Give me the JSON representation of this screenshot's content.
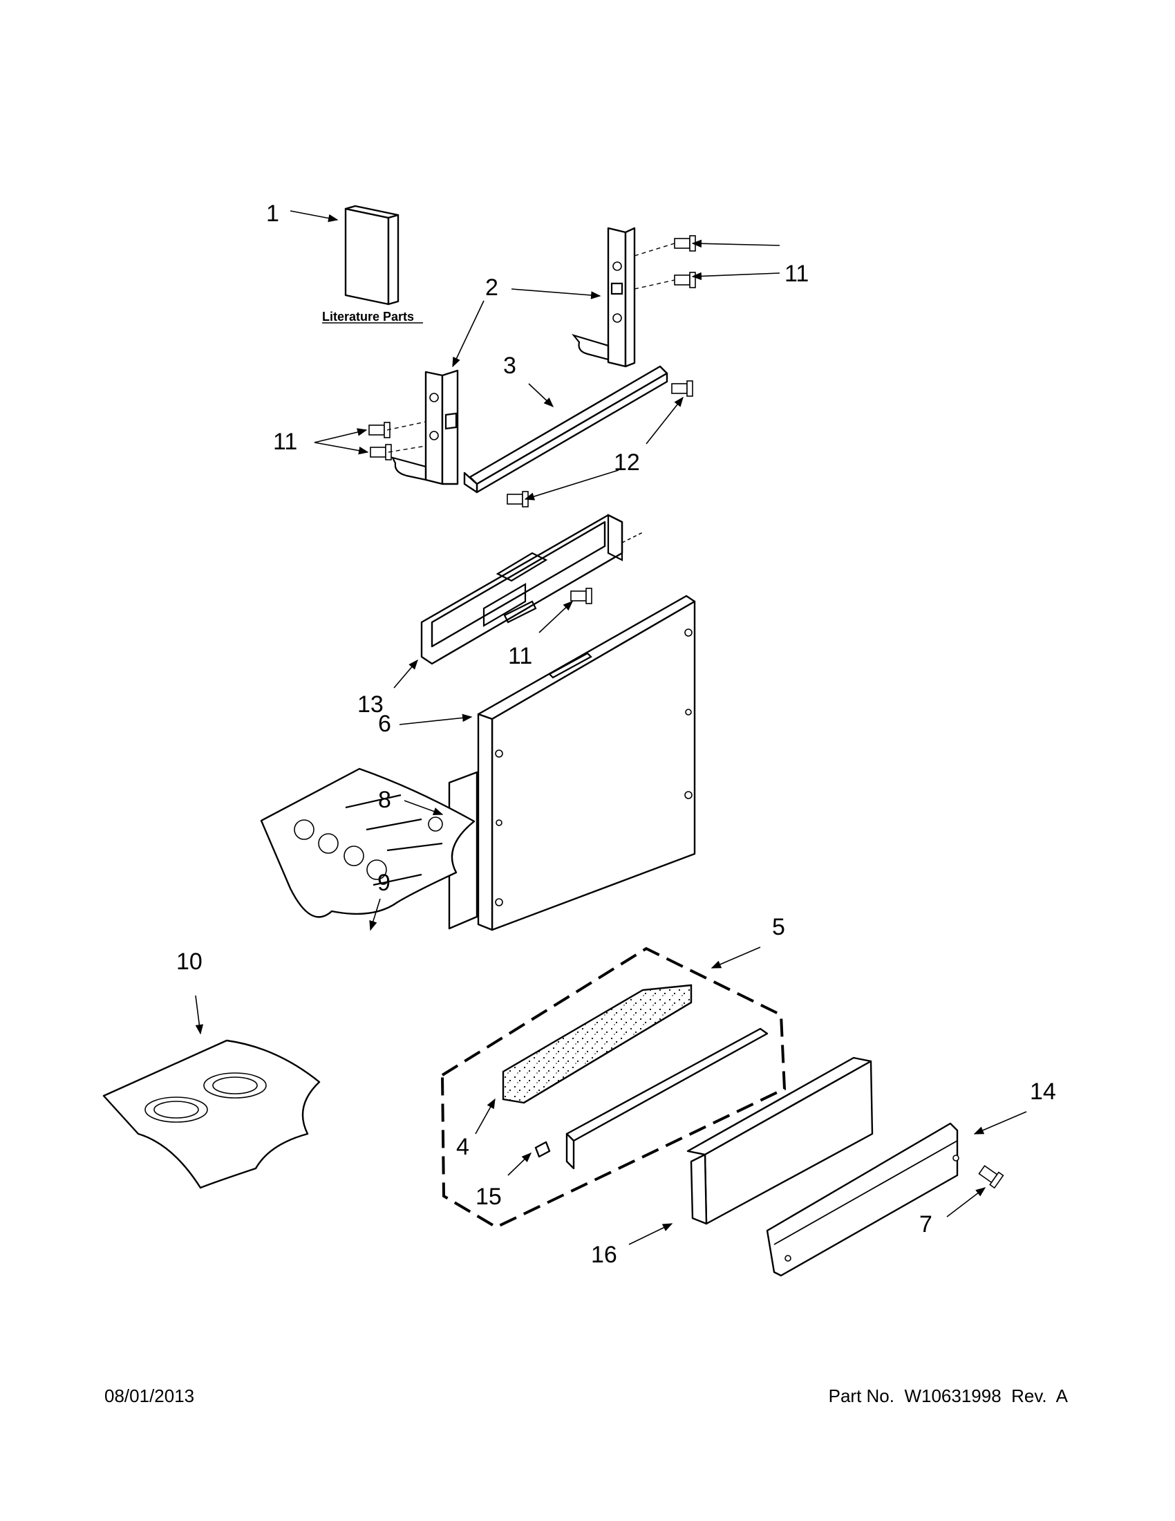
{
  "diagram": {
    "literature_label": "Literature Parts",
    "callouts": {
      "c1": "1",
      "c2": "2",
      "c3": "3",
      "c4": "4",
      "c5": "5",
      "c6": "6",
      "c7": "7",
      "c8": "8",
      "c9": "9",
      "c10": "10",
      "c11a": "11",
      "c11b": "11",
      "c11c": "11",
      "c12": "12",
      "c13": "13",
      "c14": "14",
      "c15": "15",
      "c16": "16"
    }
  },
  "footer": {
    "date": "08/01/2013",
    "part_number": "Part No.  W10631998  Rev.  A"
  }
}
